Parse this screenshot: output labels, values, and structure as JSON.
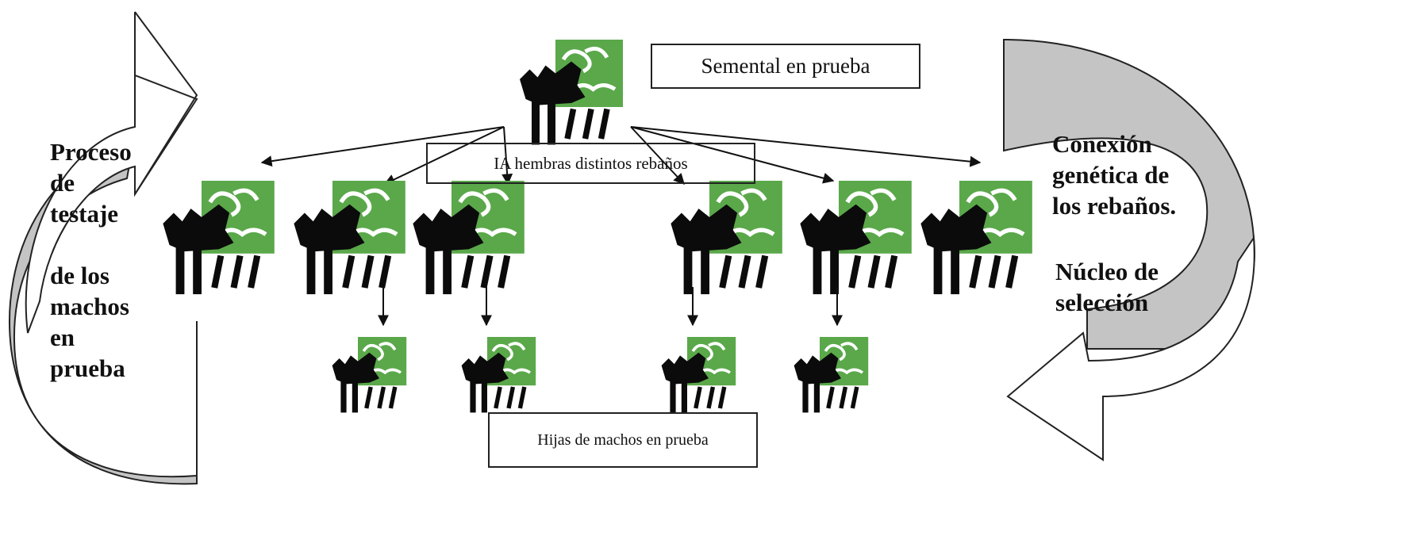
{
  "texts": {
    "sire_label": "Semental en prueba",
    "ai_label": "IA hembras  distintos rebaños",
    "daughters_label": "Hijas de machos en prueba",
    "left_cycle": [
      "Proceso",
      "de",
      "testaje",
      "",
      "de los",
      "machos",
      "en",
      "prueba"
    ],
    "right_cycle_top": [
      "Conexión",
      "genética de",
      "los rebaños."
    ],
    "right_cycle_bottom": [
      "Núcleo de",
      "selección"
    ]
  },
  "icons": {
    "sire": "goat-icon",
    "female": "goat-female-icon",
    "daughter": "goat-daughter-icon",
    "cycle_arrow": "curved-arrow-icon"
  },
  "colors": {
    "icon_green": "#5aa84a",
    "arrow_gray": "#c4c4c4",
    "ink": "#111111"
  }
}
